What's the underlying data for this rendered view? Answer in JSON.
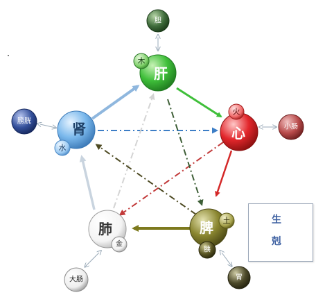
{
  "organs": {
    "liver": {
      "label": "肝",
      "element": "木",
      "color": "#3fbf3a"
    },
    "heart": {
      "label": "心",
      "element": "火",
      "color": "#e2262b"
    },
    "spleen": {
      "label": "脾",
      "element": "土",
      "color": "#6f6c22"
    },
    "lung": {
      "label": "肺",
      "element": "金",
      "color": "#ffffff"
    },
    "kidney": {
      "label": "肾",
      "element": "水",
      "color": "#5aa3e0"
    }
  },
  "paired": {
    "gallbladder": {
      "label": "胆",
      "color": "#3e6b3a"
    },
    "small_intestine": {
      "label": "小肠",
      "color": "#b84a4a"
    },
    "stomach": {
      "label": "胃",
      "color": "#4d4a2a"
    },
    "large_intestine": {
      "label": "大肠",
      "color": "#eeeeee"
    },
    "bladder": {
      "label": "膀胱",
      "color": "#334f9a"
    },
    "pancreas": {
      "label": "胰",
      "color": "#5a5624"
    }
  },
  "legend": {
    "generate_label": "生",
    "restrain_label": "剋"
  },
  "colors": {
    "generate_liver_heart": "#3fbf3a",
    "generate_heart_spleen": "#d42828",
    "generate_spleen_lung": "#7d7a1e",
    "generate_lung_kidney": "#c9d4df",
    "generate_kidney_liver": "#8fb7de",
    "restrain_kidney_heart": "#3d7ec6",
    "restrain_heart_lung": "#c23a3a",
    "restrain_lung_liver": "#d4d4d4",
    "restrain_liver_spleen": "#3d5e36",
    "restrain_spleen_kidney": "#4d4a22"
  }
}
